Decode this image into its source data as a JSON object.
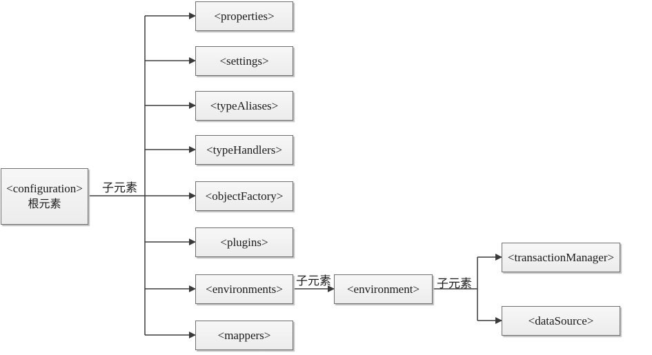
{
  "root": {
    "tag": "<configuration>",
    "caption": "根元素"
  },
  "child_label": "子元素",
  "children": [
    "<properties>",
    "<settings>",
    "<typeAliases>",
    "<typeHandlers>",
    "<objectFactory>",
    "<plugins>",
    "<environments>",
    "<mappers>"
  ],
  "environment": "<environment>",
  "environment_children": [
    "<transactionManager>",
    "<dataSource>"
  ],
  "colors": {
    "line": "#3a3a3a",
    "box_border": "#6e6e6e",
    "box_fill": "#f0f0f0",
    "box_shadow": "#bdbdbd"
  }
}
